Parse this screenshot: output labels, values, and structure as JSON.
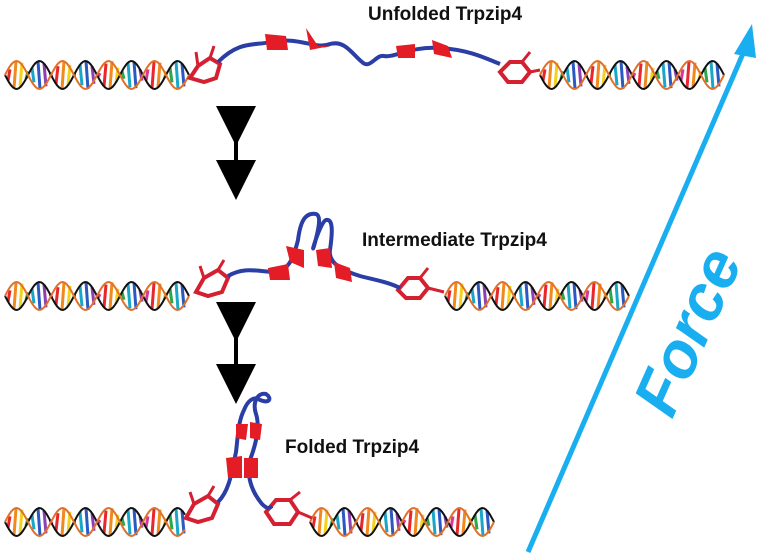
{
  "states": [
    {
      "id": "unfolded",
      "label": "Unfolded Trpzip4"
    },
    {
      "id": "intermediate",
      "label": "Intermediate Trpzip4"
    },
    {
      "id": "folded",
      "label": "Folded Trpzip4"
    }
  ],
  "force": {
    "label": "Force"
  },
  "colors": {
    "force_arrow": "#19aef0",
    "peptide_chain": "#2a3ea6",
    "beta_strand": "#e31c25",
    "linker": "#d42030",
    "equilibrium_arrow": "#000000",
    "dna_backbone_a": "#111111",
    "dna_backbone_b": "#e0702a",
    "base_pair_palette": [
      "#e8262b",
      "#f08a1c",
      "#f2d21b",
      "#2aa84a",
      "#1aa6c9",
      "#2b59c3",
      "#8e3fb0",
      "#d8359d"
    ]
  }
}
